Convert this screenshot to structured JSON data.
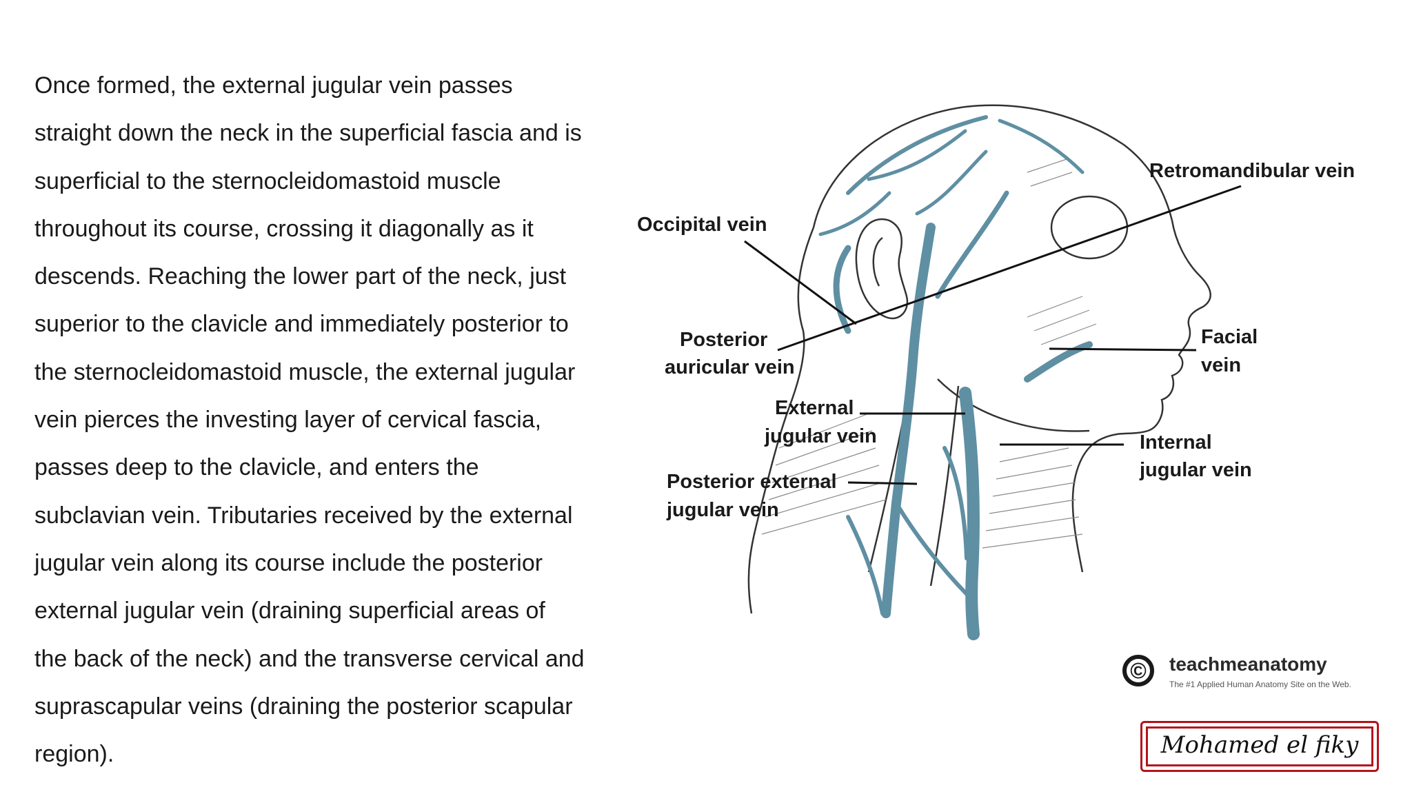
{
  "body_text": {
    "lines": [
      "Once formed, the external jugular vein passes",
      "straight down the neck in the superficial fascia and is",
      "superficial to the sternocleidomastoid muscle",
      "throughout its course, crossing it diagonally as it",
      "descends. Reaching the lower part of the neck, just",
      "superior to the clavicle and immediately posterior to",
      "the sternocleidomastoid muscle, the external jugular",
      "vein pierces the investing layer of cervical fascia,",
      "passes deep to the clavicle, and enters the",
      "subclavian vein. Tributaries received by the external",
      "jugular vein along its course include the posterior",
      "external jugular vein (draining superficial areas of",
      "the back of the neck) and the transverse cervical and",
      "suprascapular veins (draining the posterior scapular",
      "region)."
    ]
  },
  "figure": {
    "labels": {
      "retromandibular": "Retromandibular vein",
      "occipital": "Occipital vein",
      "posterior_auricular_1": "Posterior",
      "posterior_auricular_2": "auricular vein",
      "facial_1": "Facial",
      "facial_2": "vein",
      "external_jugular_1": "External",
      "external_jugular_2": "jugular vein",
      "internal_jugular_1": "Internal",
      "internal_jugular_2": "jugular vein",
      "posterior_external_1": "Posterior external",
      "posterior_external_2": "jugular vein"
    },
    "vein_color": "#5f8fa3"
  },
  "logo": {
    "symbol": "©",
    "brand": "teachmeanatomy",
    "tagline": "The #1 Applied Human Anatomy Site on the Web."
  },
  "signature": {
    "text": "Mohamed el fiky",
    "border_color": "#b5121b"
  }
}
